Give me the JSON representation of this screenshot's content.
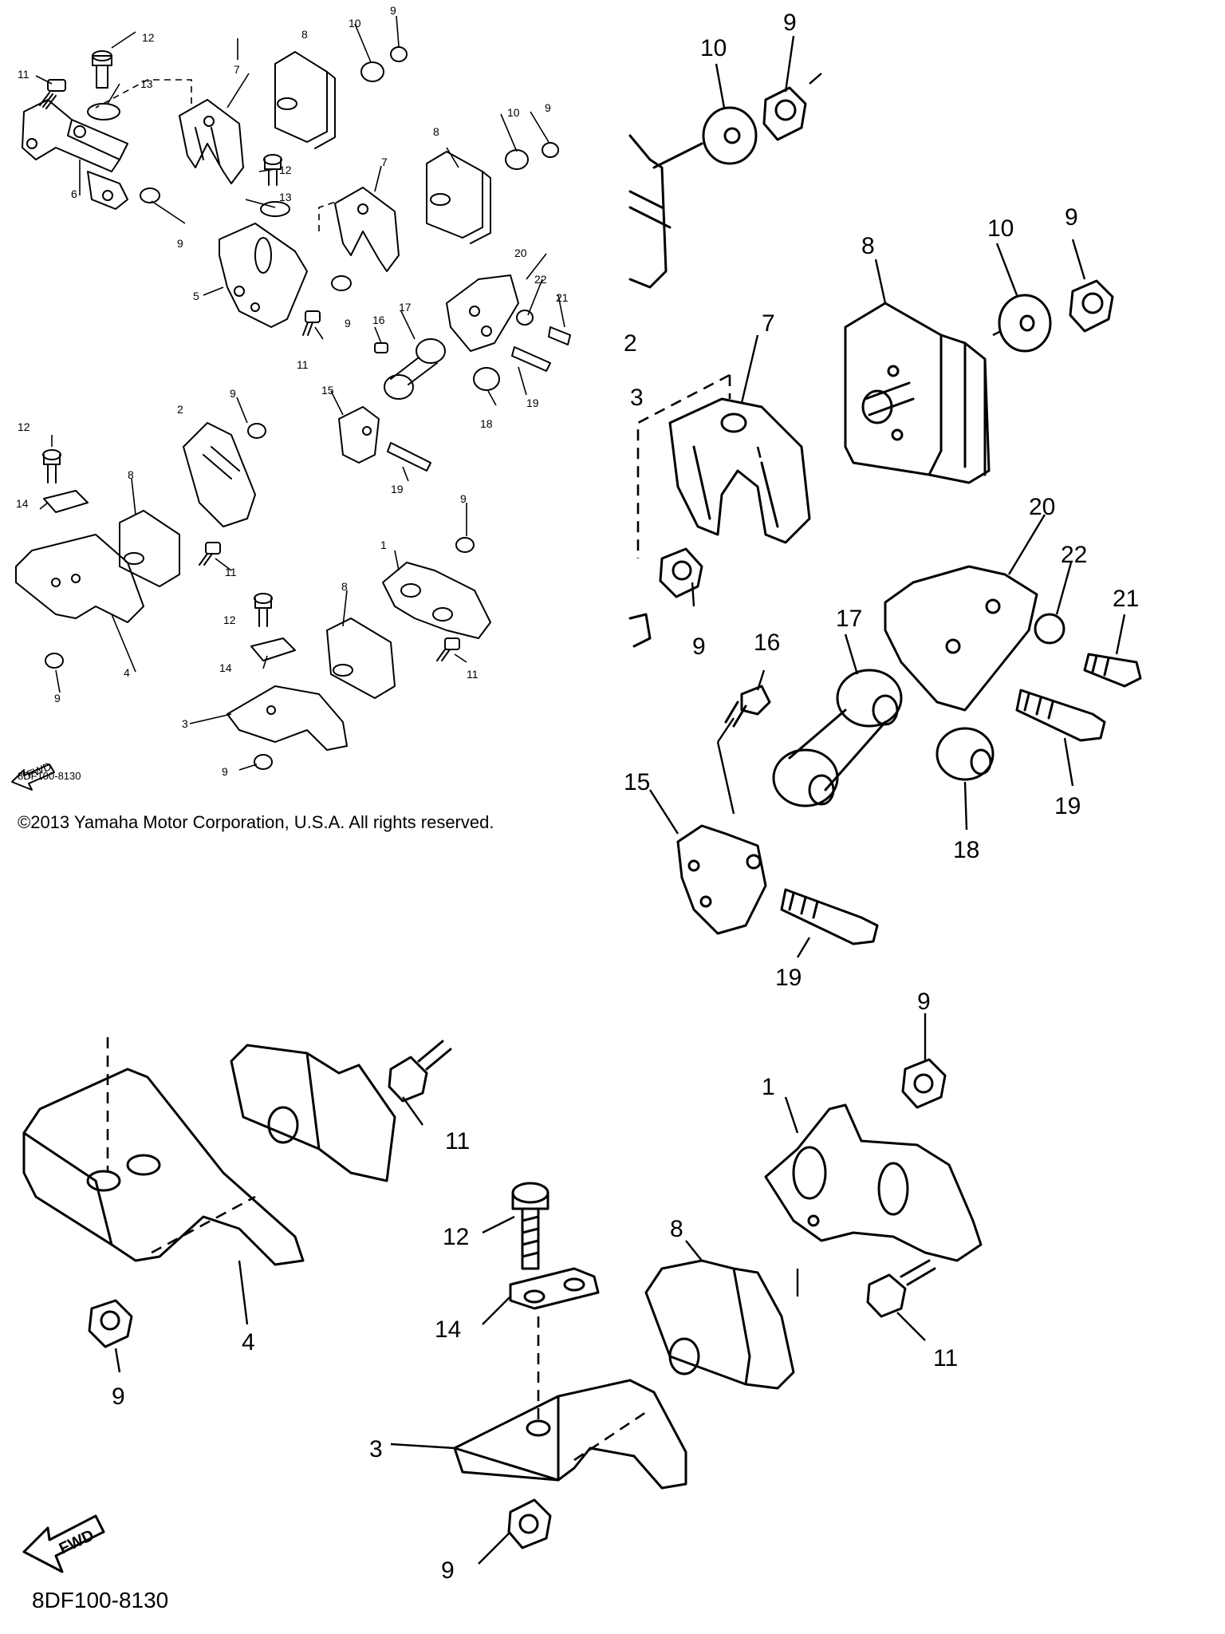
{
  "overview": {
    "diagram_code": "8DF100-8130",
    "copyright": "©2013 Yamaha Motor Corporation, U.S.A. All rights reserved.",
    "fwd_label": "FWD"
  },
  "detail_bottom": {
    "diagram_code": "8DF100-8130",
    "fwd_label": "FWD"
  },
  "part_numbers": [
    "1",
    "2",
    "3",
    "4",
    "5",
    "6",
    "7",
    "8",
    "9",
    "10",
    "11",
    "12",
    "13",
    "14",
    "15",
    "16",
    "17",
    "18",
    "19",
    "20",
    "21",
    "22"
  ],
  "labels": {
    "ov": {
      "p1": "1",
      "p2": "2",
      "p3": "3",
      "p4": "4",
      "p5": "5",
      "p6": "6",
      "p7a": "7",
      "p7b": "7",
      "p8a": "8",
      "p8b": "8",
      "p8c": "8",
      "p8d": "8",
      "p9a": "9",
      "p9b": "9",
      "p9c": "9",
      "p9d": "9",
      "p9e": "9",
      "p9f": "9",
      "p9g": "9",
      "p9h": "9",
      "p10a": "10",
      "p10b": "10",
      "p11a": "11",
      "p11b": "11",
      "p11c": "11",
      "p11d": "11",
      "p12a": "12",
      "p12b": "12",
      "p12c": "12",
      "p12d": "12",
      "p13a": "13",
      "p13b": "13",
      "p14a": "14",
      "p14b": "14",
      "p15": "15",
      "p16": "16",
      "p17": "17",
      "p18": "18",
      "p19a": "19",
      "p19b": "19",
      "p20": "20",
      "p21": "21",
      "p22": "22"
    },
    "tr": {
      "p2": "2",
      "p3": "3",
      "p7": "7",
      "p8": "8",
      "p9a": "9",
      "p9b": "9",
      "p9c": "9",
      "p10a": "10",
      "p10b": "10",
      "p15": "15",
      "p16": "16",
      "p17": "17",
      "p18": "18",
      "p19a": "19",
      "p19b": "19",
      "p20": "20",
      "p21": "21",
      "p22": "22"
    },
    "bt": {
      "p1": "1",
      "p3": "3",
      "p4": "4",
      "p8": "8",
      "p9a": "9",
      "p9b": "9",
      "p9c": "9",
      "p11a": "11",
      "p11b": "11",
      "p12": "12",
      "p14": "14"
    }
  }
}
